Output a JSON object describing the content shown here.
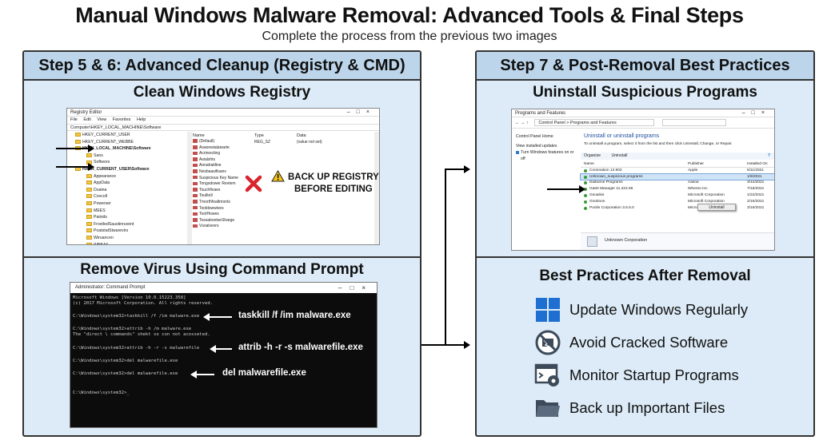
{
  "title": "Manual Windows Malware Removal: Advanced Tools & Final Steps",
  "subtitle": "Complete the process from the previous two images",
  "left_panel": {
    "header": "Step 5 & 6: Advanced Cleanup (Registry & CMD)",
    "registry": {
      "title": "Clean Windows Registry",
      "window_title": "Registry Editor",
      "menu": [
        "File",
        "Edit",
        "View",
        "Favorites",
        "Help"
      ],
      "address": "Computer\\HKEY_LOCAL_MACHINE\\Software",
      "tree": [
        "HKEY_CURRENT_USER",
        "HKEY_CURRENT_WEBBE",
        "HKEY_LOCAL_MACHINE\\Software",
        "Sans",
        "Softwors",
        "HAER_CURRENT_USER\\Software",
        "Appearance",
        "AppData",
        "Duaina",
        "Covcoll",
        "Powerser",
        "MEES",
        "Painids",
        "FrostledSaustinruvent",
        "PoatstatStwarevirs",
        "Wiruancen",
        "WBBAS"
      ],
      "columns": [
        "Name",
        "Type",
        "Data"
      ],
      "values": [
        "(Default)",
        "Asaonwialaivarte",
        "Acrirescting",
        "Asialshts",
        "Aonahaitline",
        "Nesbaasifisanv",
        "Suspicious Key Name",
        "Tongsdower Revtem",
        "Touchfivaes",
        "Touiltoll",
        "Tmorthfoaltmonts",
        "Tooldswwives",
        "TootHowes",
        "TossabootseSharge",
        "Vsoalvevrs"
      ],
      "default_type": "REG_SZ",
      "default_data": "(value not set)",
      "warning_line1": "BACK UP REGISTRY",
      "warning_line2": "BEFORE EDITING"
    },
    "cmd": {
      "title": "Remove Virus Using Command Prompt",
      "window_title": "Administrator: Command Prompt",
      "lines": [
        "Microsoft Windows [Version 10.0.15223.358]",
        "(c) 2017 Microsoft Corporation. All rights reserved.",
        "C:\\Windows\\system32>taskkill /f /im malware.exe",
        "C:\\Windows\\system32>attrib -h /m malware.exe",
        "The \"direct \\ commands\" shekt so con not acosseted.",
        "C:\\Windows\\system32>attrib -h -r -s malwarefile",
        "C:\\Windows\\system32>del malwarefile.exe",
        "C:\\Windows\\system32>del malwarefile.exe",
        "C:\\Windows\\system32>_"
      ],
      "notes": [
        "taskkill /f /im malware.exe",
        "attrib -h -r -s malwarefile.exe",
        "del malwarefile.exe"
      ]
    }
  },
  "right_panel": {
    "header": "Step 7 & Post-Removal Best Practices",
    "programs": {
      "title": "Uninstall Suspicious Programs",
      "window_title": "Programs and Features",
      "breadcrumb": "Control Panel > Programs and Features",
      "side_links": [
        "Control Panel Home",
        "View installed updates",
        "Turn Windows features on or off"
      ],
      "heading": "Uninstall or uninstall programs",
      "instruction": "To uninstall a program, select it from the list and then click Uninstall, Change, or Repair.",
      "toolbar": [
        "Organize",
        "Uninstall"
      ],
      "columns": [
        "Name",
        "Publisher",
        "Installed On"
      ],
      "rows": [
        {
          "name": "Coonnation 13.902",
          "publisher": "Apple",
          "date": "5/11/2021"
        },
        {
          "name": "Unknown_suspicious programs",
          "publisher": "",
          "date": "1/6/2021"
        },
        {
          "name": "Diaborne Programs",
          "publisher": "Aasoa",
          "date": "3/12/2021"
        },
        {
          "name": "Gatet Manager 11.222.56",
          "publisher": "Whereo Inc.",
          "date": "7/16/2021"
        },
        {
          "name": "Gsoalsis",
          "publisher": "Microsoft Corporation",
          "date": "1/22/2021"
        },
        {
          "name": "Gnotinon",
          "publisher": "Microsoft Corporation",
          "date": "2/16/2021"
        },
        {
          "name": "Poolin Corporation 3.5.5.0",
          "publisher": "Microsoft Corporation",
          "date": "3/16/2021"
        }
      ],
      "uninstall_popup": "Uninstall",
      "footer": "Unknown Corporation"
    },
    "best_practices": {
      "title": "Best Practices After Removal",
      "items": [
        {
          "icon": "windows-logo-icon",
          "label": "Update Windows Regularly"
        },
        {
          "icon": "no-cracked-software-icon",
          "label": "Avoid Cracked Software"
        },
        {
          "icon": "startup-settings-icon",
          "label": "Monitor Startup Programs"
        },
        {
          "icon": "folder-icon",
          "label": "Back up Important Files"
        }
      ]
    }
  }
}
